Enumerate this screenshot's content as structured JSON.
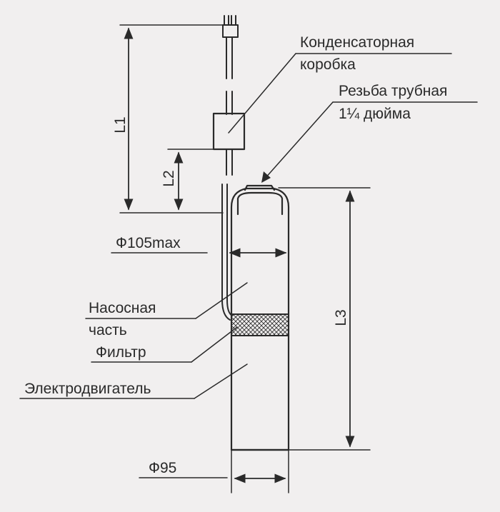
{
  "labels": {
    "capacitor_box_line1": "Конденсаторная",
    "capacitor_box_line2": "коробка",
    "thread_line1": "Резьба трубная",
    "thread_line2": "1¼ дюйма",
    "phi105": "Ф105max",
    "pump_line1": "Насосная",
    "pump_line2": "часть",
    "filter": "Фильтр",
    "motor": "Электродвигатель",
    "phi95": "Ф95"
  },
  "dimensions": {
    "L1": "L1",
    "L2": "L2",
    "L3": "L3"
  },
  "colors": {
    "ink": "#2a2a2a",
    "paper": "#f1efef"
  }
}
